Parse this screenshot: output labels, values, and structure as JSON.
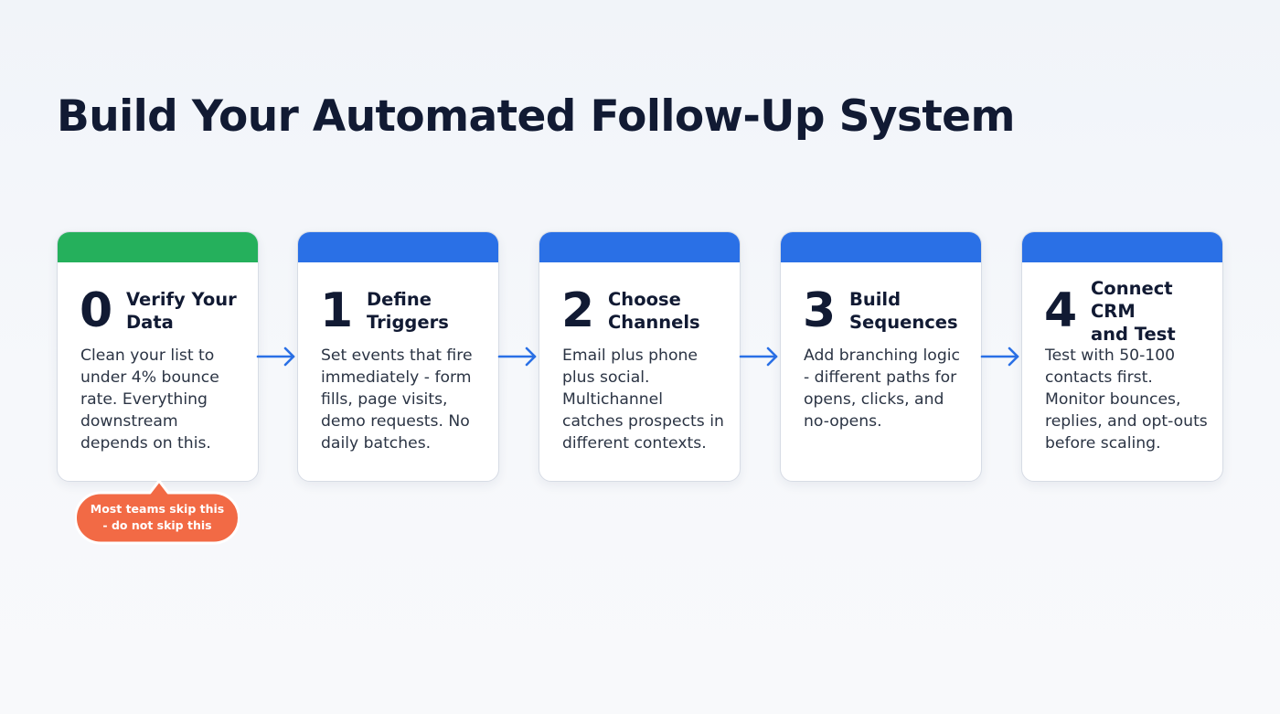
{
  "title": "Build Your Automated Follow-Up System",
  "colors": {
    "first_step_accent": "#25b05c",
    "step_accent": "#2a70e6",
    "arrow": "#2a70e6",
    "callout": "#f26a45"
  },
  "steps": [
    {
      "number": "0",
      "title_line1": "Verify Your",
      "title_line2": "Data",
      "desc_lines": [
        "Clean your list to",
        "under 4% bounce",
        "rate. Everything",
        "downstream",
        "depends on this."
      ]
    },
    {
      "number": "1",
      "title_line1": "Define",
      "title_line2": "Triggers",
      "desc_lines": [
        "Set events that fire",
        "immediately - form",
        "fills, page visits,",
        "demo requests. No",
        "daily batches."
      ]
    },
    {
      "number": "2",
      "title_line1": "Choose",
      "title_line2": "Channels",
      "desc_lines": [
        "Email plus phone",
        "plus social.",
        "Multichannel",
        "catches prospects in",
        "different contexts."
      ]
    },
    {
      "number": "3",
      "title_line1": "Build",
      "title_line2": "Sequences",
      "desc_lines": [
        "Add branching logic",
        "- different paths for",
        "opens, clicks, and",
        "no-opens."
      ]
    },
    {
      "number": "4",
      "title_line1": "Connect CRM",
      "title_line2": "and Test",
      "desc_lines": [
        "Test with 50-100",
        "contacts first.",
        "Monitor bounces,",
        "replies, and opt-outs",
        "before scaling."
      ]
    }
  ],
  "callout": {
    "line1": "Most teams skip this",
    "line2": "- do not skip this"
  }
}
